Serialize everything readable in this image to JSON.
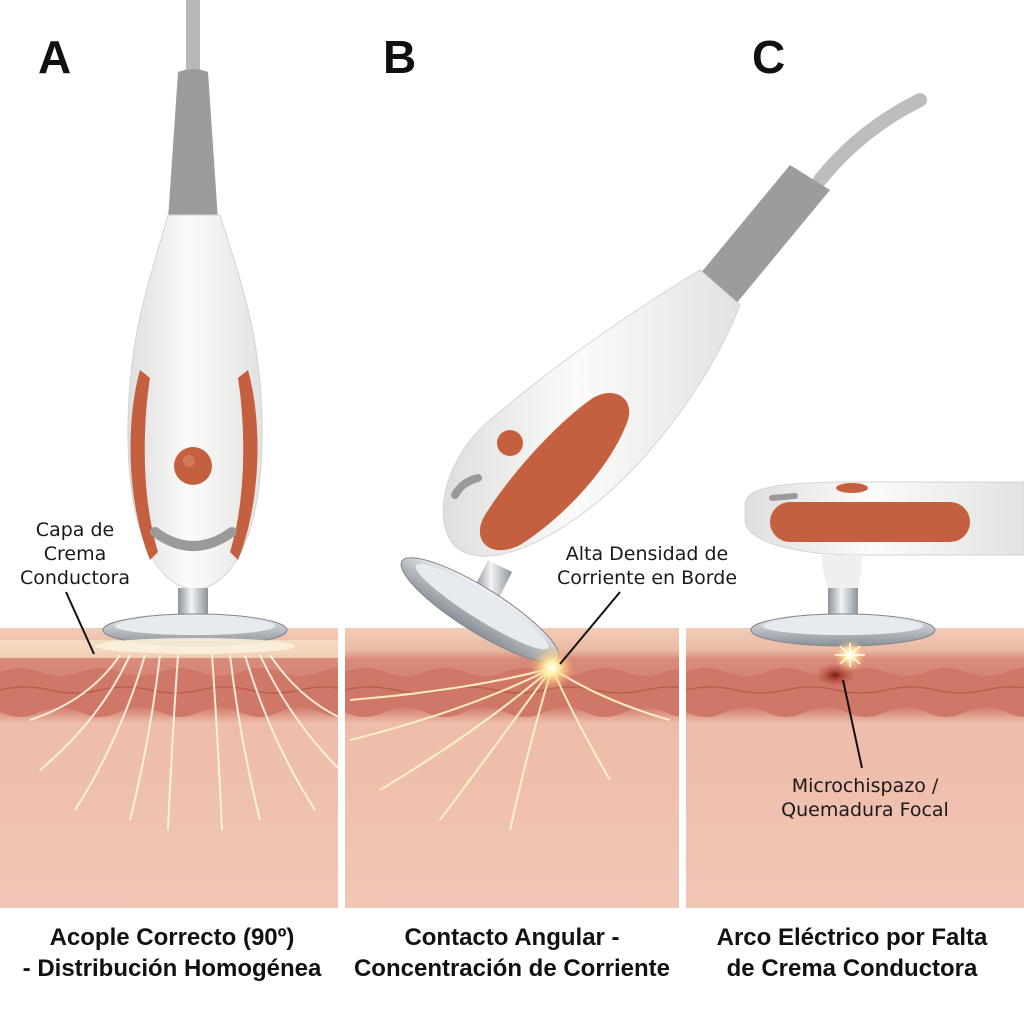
{
  "panels": [
    {
      "letter": "A",
      "annotation_lines": [
        "Capa de",
        "Crema",
        "Conductora"
      ],
      "caption_lines": [
        "Acople Correcto (90º)",
        "- Distribución Homogénea"
      ]
    },
    {
      "letter": "B",
      "annotation_lines": [
        "Alta Densidad de",
        "Corriente en Borde"
      ],
      "caption_lines": [
        "Contacto Angular -",
        "Concentración de Corriente"
      ]
    },
    {
      "letter": "C",
      "annotation_lines": [
        "Microchispazo /",
        "Quemadura Focal"
      ],
      "caption_lines": [
        "Arco Eléctrico por Falta",
        "de Crema Conductora"
      ]
    }
  ],
  "colors": {
    "skin_surface": "#f1c9b4",
    "skin_layer": "#d9897a",
    "skin_deep": "#efbfae",
    "device_white": "#f4f4f2",
    "device_accent": "#c4603f",
    "cable_gray": "#9a9a9a",
    "metal": "#c8ccd0",
    "spark": "#fff4c2"
  },
  "icons": [
    "electrode-handpiece-icon",
    "current-lines-icon",
    "spark-icon"
  ]
}
